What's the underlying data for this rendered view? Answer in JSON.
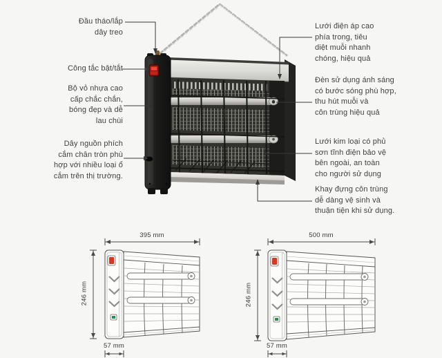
{
  "product": {
    "type": "insect-killer-lamp-diagram",
    "callouts": {
      "left": [
        {
          "name": "hanger",
          "text": "Đầu tháo/lắp\ndây treo"
        },
        {
          "name": "power-switch",
          "text": "Công tắc bật/tắt"
        },
        {
          "name": "plastic-body",
          "text": "Bộ vỏ nhựa cao\ncấp chắc chắn,\nbóng đẹp và dễ\nlau chùi"
        },
        {
          "name": "power-cord",
          "text": "Dây nguồn phích\ncắm chân tròn phù\nhợp với nhiều loại ổ\ncắm trên thị trường."
        }
      ],
      "right": [
        {
          "name": "high-voltage-grid",
          "text": "Lưới điện áp cao\nphía trong, tiêu\ndiệt muỗi nhanh\nchóng, hiệu quả"
        },
        {
          "name": "uv-lamp",
          "text": "Đèn sử dụng ánh sáng\ncó bước sóng phù hợp,\nthu hút muỗi và\ncôn trùng hiệu quả"
        },
        {
          "name": "outer-metal-grid",
          "text": "Lưới kim loại có phủ\nsơn tĩnh điện bảo vệ\nbên ngoài, an toàn\ncho người sử dụng"
        },
        {
          "name": "insect-tray",
          "text": "Khay đựng côn trùng\ndễ dàng vệ sinh và\nthuận tiện khi sử dụng."
        }
      ]
    },
    "size_variants": [
      {
        "width": "395 mm",
        "height": "246 mm",
        "depth": "57 mm"
      },
      {
        "width": "500 mm",
        "height": "246 mm",
        "depth": "57 mm"
      }
    ],
    "colors": {
      "background": "#f6f6f4",
      "text": "#3f3f3f",
      "leader_line": "#3a3a3a",
      "body_black": "#1b1b19",
      "panel_silver": "#d9d9d5",
      "switch_red": "#c42417",
      "indicator_green": "#2e8b4f",
      "chain_silver": "#b6b6b2",
      "drawing_outline": "#565656"
    }
  }
}
